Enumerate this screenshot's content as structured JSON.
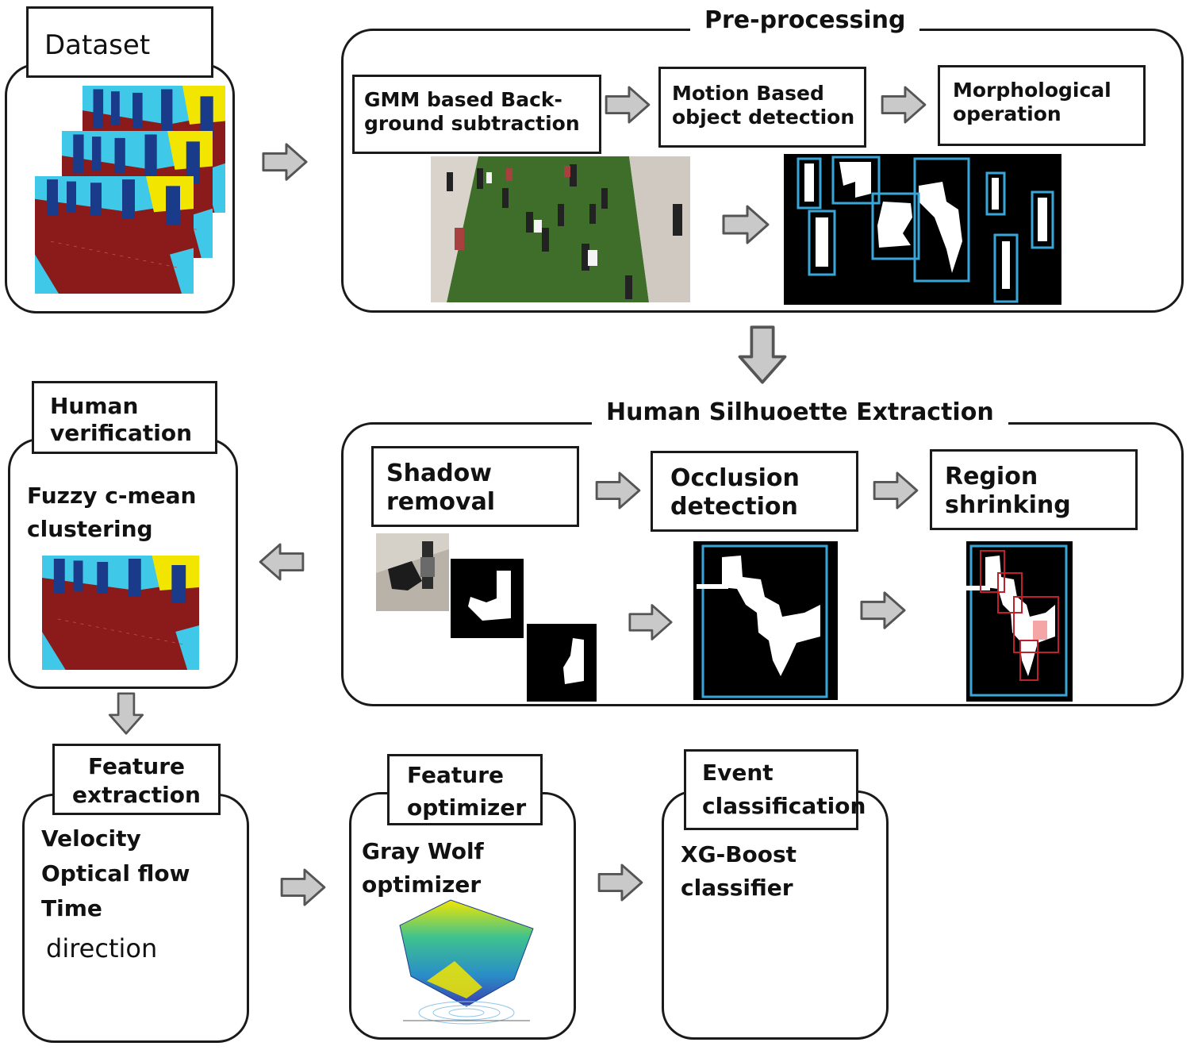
{
  "colors": {
    "border": "#1a1a1a",
    "arrow_fill": "#c9c9c9",
    "arrow_stroke": "#555555",
    "dark_red": "#8b1a1a",
    "cyan": "#40c8e8",
    "yellow": "#f2e600",
    "navy": "#1a3a8a",
    "grass": "#3f6d2a",
    "box_blue": "#3aa6d8",
    "box_red": "#c0202a"
  },
  "dataset": {
    "title": "Dataset"
  },
  "preprocessing": {
    "title": "Pre-processing",
    "steps": [
      {
        "label": "GMM based Back-\nground subtraction"
      },
      {
        "label": "Motion Based\nobject detection"
      },
      {
        "label": "Morphological\noperation"
      }
    ]
  },
  "silhouette": {
    "title": "Human Silhuoette Extraction",
    "steps": [
      {
        "label": "Shadow\nremoval"
      },
      {
        "label": "Occlusion\ndetection"
      },
      {
        "label": "Region\nshrinking"
      }
    ]
  },
  "verification": {
    "title": "Human\nverification",
    "method": "Fuzzy c-mean\nclustering"
  },
  "features": {
    "title": "Feature\nextraction",
    "items": [
      "Velocity",
      "Optical flow",
      "Time",
      "direction"
    ]
  },
  "optimizer": {
    "title": "Feature\noptimizer",
    "method": "Gray Wolf\n optimizer"
  },
  "classification": {
    "title": "Event\nclassification",
    "method": "XG-Boost\nclassifier"
  }
}
